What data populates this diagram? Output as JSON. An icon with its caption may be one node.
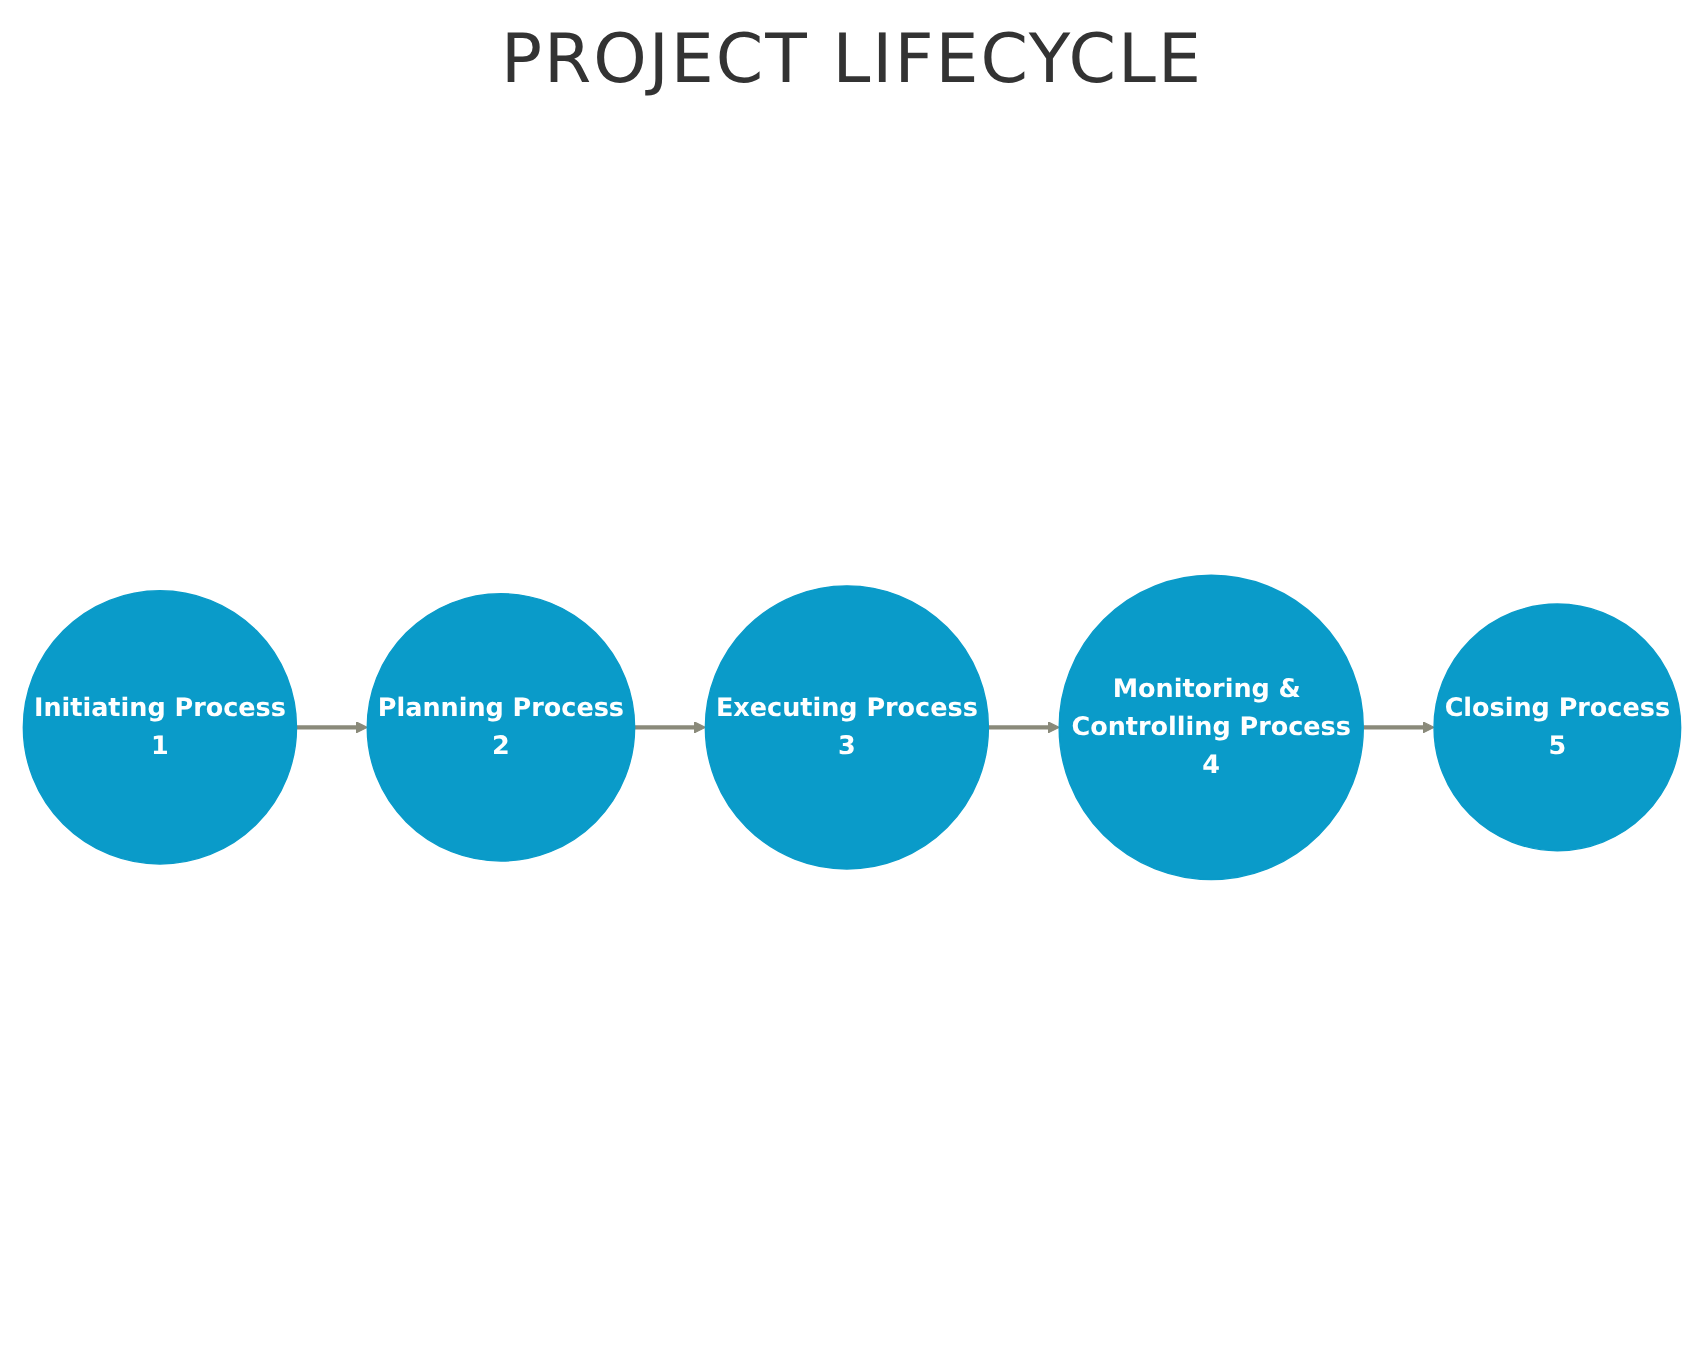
{
  "diagram": {
    "title": "PROJECT LIFECYCLE",
    "nodes": [
      {
        "text": [
          "Initiating Process",
          "1"
        ]
      },
      {
        "text": [
          "Planning Process",
          "2"
        ]
      },
      {
        "text": [
          "Executing Process",
          "3"
        ]
      },
      {
        "text": [
          "Monitoring & Controlling Process",
          "4"
        ]
      },
      {
        "text": [
          "Closing Process",
          "5"
        ]
      }
    ],
    "edges": [
      {
        "from": 0,
        "to": 1,
        "arrow": "to"
      },
      {
        "from": 1,
        "to": 2,
        "arrow": "to"
      },
      {
        "from": 2,
        "to": 3,
        "arrow": "to"
      },
      {
        "from": 3,
        "to": 4,
        "arrow": "to"
      }
    ]
  }
}
